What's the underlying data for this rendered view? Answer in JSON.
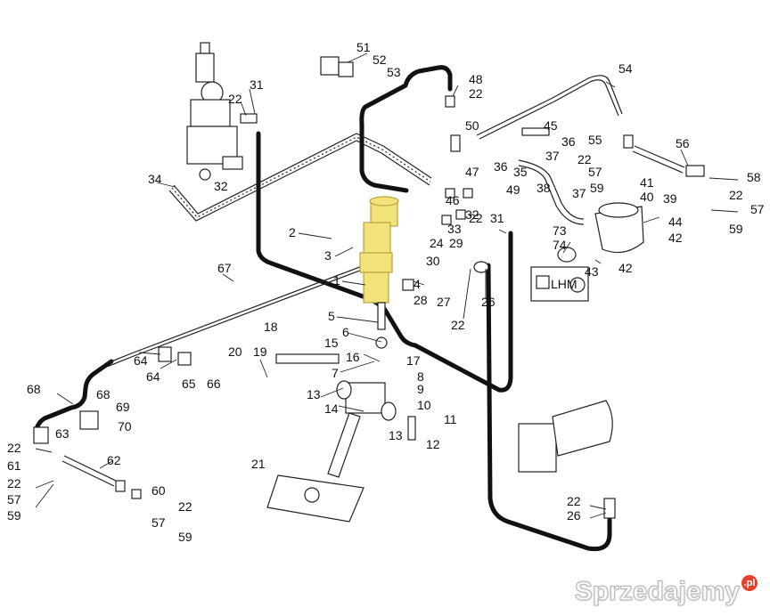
{
  "labels": {
    "n1": "1",
    "n2": "2",
    "n3": "3",
    "n4": "4",
    "n5": "5",
    "n6": "6",
    "n7": "7",
    "n8": "8",
    "n9": "9",
    "n10": "10",
    "n11": "11",
    "n12": "12",
    "n13": "13",
    "n14": "14",
    "n15": "15",
    "n16": "16",
    "n17": "17",
    "n18": "18",
    "n19": "19",
    "n20": "20",
    "n21": "21",
    "n22": "22",
    "n24": "24",
    "n26": "26",
    "n27": "27",
    "n28": "28",
    "n29": "29",
    "n30": "30",
    "n31": "31",
    "n32": "32",
    "n33": "33",
    "n34": "34",
    "n35": "35",
    "n36": "36",
    "n37": "37",
    "n38": "38",
    "n39": "39",
    "n40": "40",
    "n41": "41",
    "n42": "42",
    "n43": "43",
    "n44": "44",
    "n45": "45",
    "n46": "46",
    "n47": "47",
    "n48": "48",
    "n49": "49",
    "n50": "50",
    "n51": "51",
    "n52": "52",
    "n53": "53",
    "n54": "54",
    "n55": "55",
    "n56": "56",
    "n57": "57",
    "n58": "58",
    "n59": "59",
    "n60": "60",
    "n61": "61",
    "n62": "62",
    "n63": "63",
    "n64": "64",
    "n65": "65",
    "n66": "66",
    "n67": "67",
    "n68": "68",
    "n69": "69",
    "n70": "70",
    "n73": "73",
    "n74": "74"
  },
  "plate_text": "LHM",
  "watermark": {
    "text": "Sprzedajemy",
    "badge": ".pl"
  },
  "colors": {
    "highlight": "#f2e27a",
    "highlight_stroke": "#b9a43a",
    "line": "#111111",
    "watermark_badge": "#e4402a"
  }
}
